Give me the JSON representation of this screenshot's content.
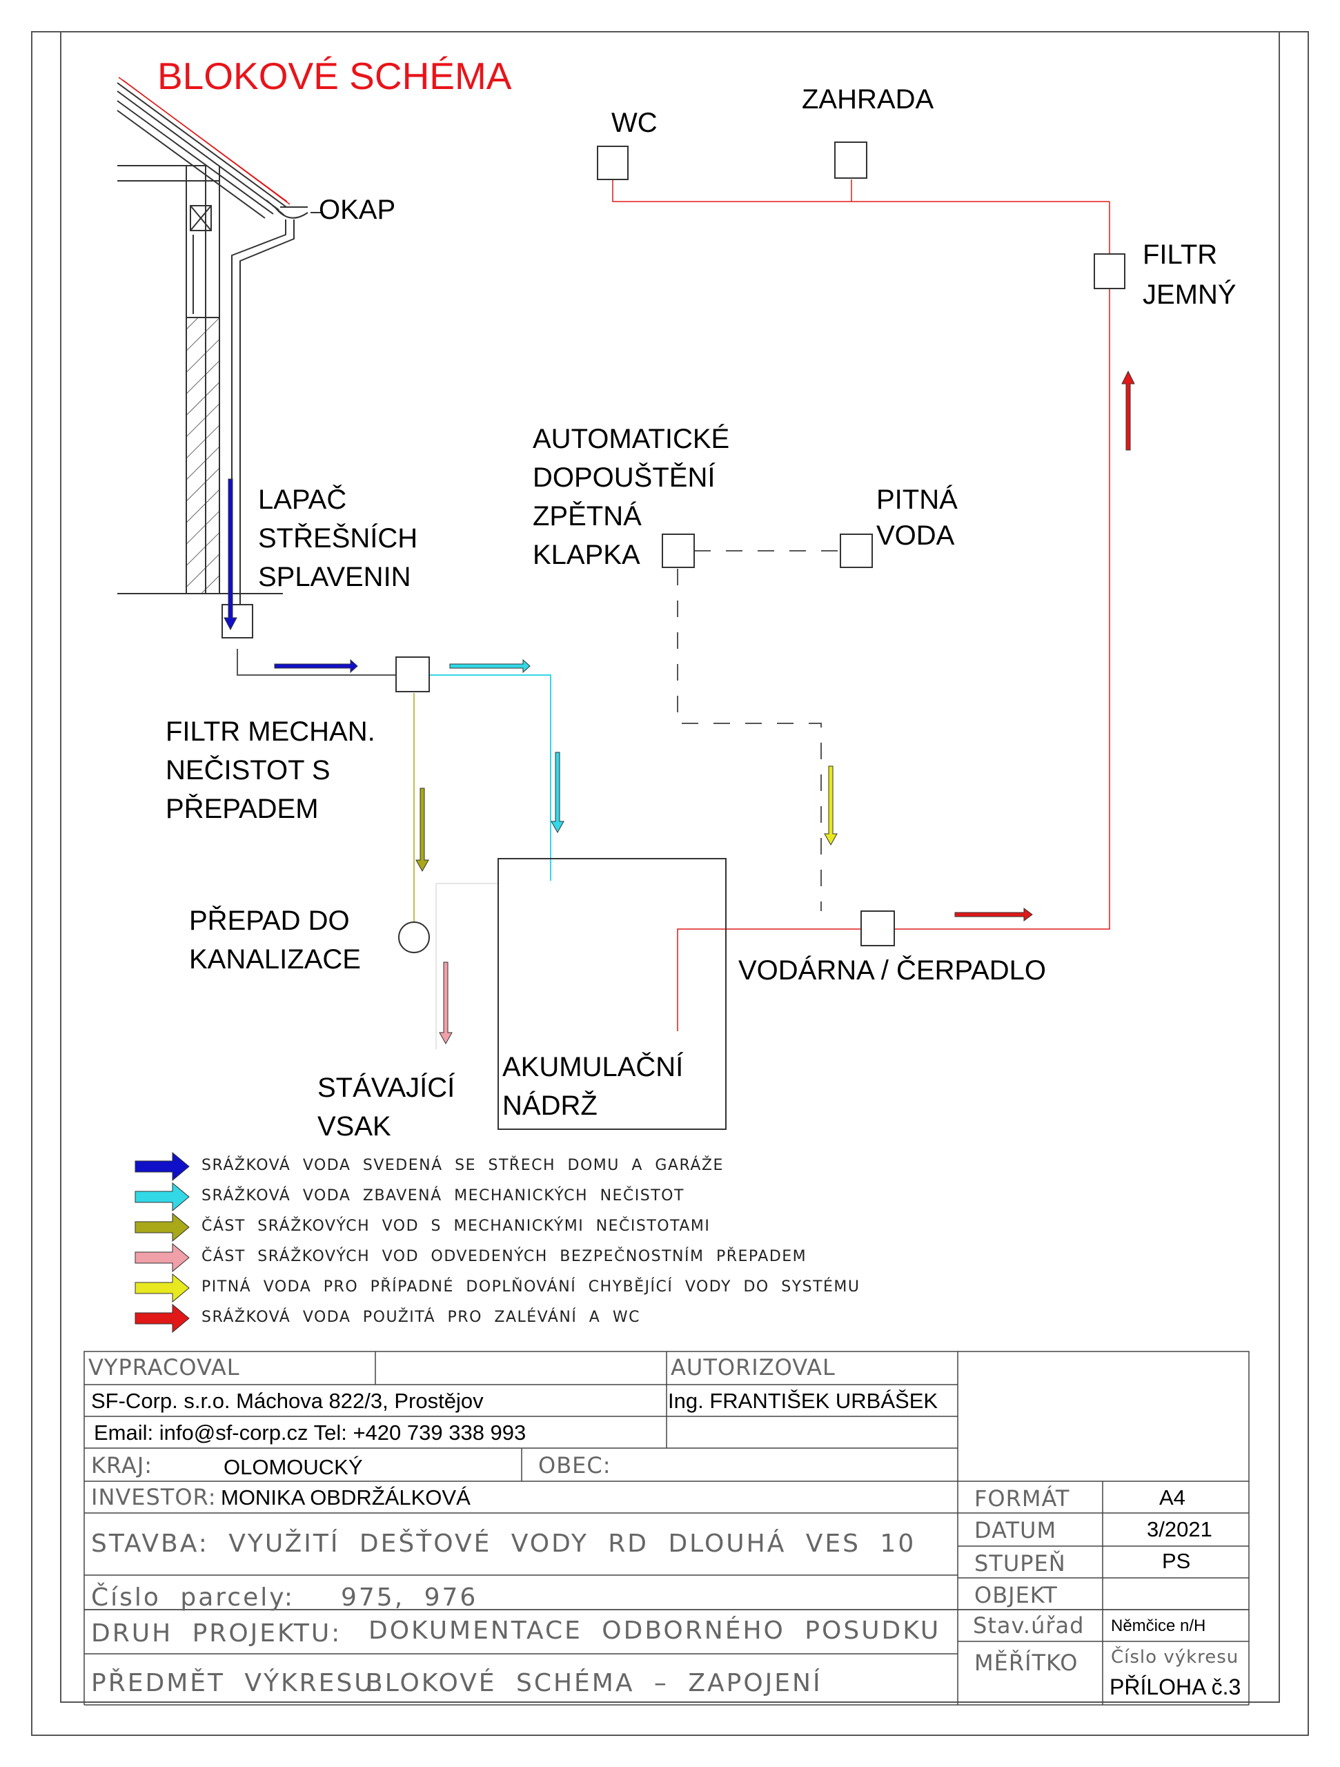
{
  "title": "BLOKOVÉ SCHÉMA",
  "labels": {
    "okap": "OKAP",
    "wc": "WC",
    "zahrada": "ZAHRADA",
    "filtr_jemny": "FILTR\nJEMNÝ",
    "lapac": "LAPAČ\nSTŘEŠNÍCH\nSPLAVENIN",
    "automaticke": "AUTOMATICKÉ\nDOPOUŠTĚNÍ\nZPĚTNÁ\nKLAPKA",
    "pitna_voda": "PITNÁ\nVODA",
    "filtr_mechan": "FILTR MECHAN.\nNEČISTOT S\nPŘEPADEM",
    "prepad": "PŘEPAD DO\nKANALIZACE",
    "vodarna": "VODÁRNA / ČERPADLO",
    "stavajici_vsak": "STÁVAJÍCÍ\nVSAK",
    "akumulacni_nadrz": "AKUMULAČNÍ\nNÁDRŽ"
  },
  "colors": {
    "roof_water": "#1010c8",
    "filtered_water": "#32d8e6",
    "dirty_water": "#a8a818",
    "overflow": "#f0a0a8",
    "potable": "#e8e820",
    "used_water": "#e01818",
    "title_red": "#e8141a"
  },
  "legend": [
    {
      "color": "#1010c8",
      "text": "SRÁŽKOVÁ VODA SVEDENÁ SE STŘECH DOMU A GARÁŽE"
    },
    {
      "color": "#32d8e6",
      "text": "SRÁŽKOVÁ VODA ZBAVENÁ MECHANICKÝCH NEČISTOT"
    },
    {
      "color": "#a8a818",
      "text": "ČÁST SRÁŽKOVÝCH VOD S MECHANICKÝMI NEČISTOTAMI"
    },
    {
      "color": "#f0a0a8",
      "text": "ČÁST SRÁŽKOVÝCH VOD ODVEDENÝCH BEZPEČNOSTNÍM PŘEPADEM"
    },
    {
      "color": "#e8e820",
      "text": "PITNÁ VODA PRO PŘÍPADNÉ DOPLŇOVÁNÍ CHYBĚJÍCÍ VODY DO SYSTÉMU"
    },
    {
      "color": "#e01818",
      "text": "SRÁŽKOVÁ VODA POUŽITÁ PRO ZALÉVÁNÍ A WC"
    }
  ],
  "title_block": {
    "vypracoval_label": "VYPRACOVAL",
    "autorizoval_label": "AUTORIZOVAL",
    "company": "SF-Corp. s.r.o. Máchova 822/3, Prostějov",
    "authorizer": "Ing. FRANTIŠEK URBÁŠEK",
    "contact": "Email: info@sf-corp.cz Tel: +420 739 338 993",
    "kraj_label": "KRAJ:",
    "kraj_value": "OLOMOUCKÝ",
    "obec_label": "OBEC:",
    "investor_label": "INVESTOR:",
    "investor_value": "MONIKA OBDRŽÁLKOVÁ",
    "stavba": "STAVBA: VYUŽITÍ DEŠŤOVÉ VODY RD DLOUHÁ VES 10",
    "parcela_label": "Číslo parcely:",
    "parcela_value": "975, 976",
    "druh_label": "DRUH PROJEKTU:",
    "druh_value": "DOKUMENTACE ODBORNÉHO POSUDKU",
    "predmet_label": "PŘEDMĚT VÝKRESU:",
    "predmet_value": "BLOKOVÉ SCHÉMA – ZAPOJENÍ",
    "format_label": "FORMÁT",
    "format_value": "A4",
    "datum_label": "DATUM",
    "datum_value": "3/2021",
    "stupen_label": "STUPEŇ",
    "stupen_value": "PS",
    "objekt_label": "OBJEKT",
    "stav_urad_label": "Stav.úřad",
    "stav_urad_value": "Němčice n/H",
    "meritko_label": "MĚŘÍTKO",
    "cislo_vykresu_label": "Číslo výkresu",
    "cislo_vykresu_value": "PŘÍLOHA č.3"
  }
}
